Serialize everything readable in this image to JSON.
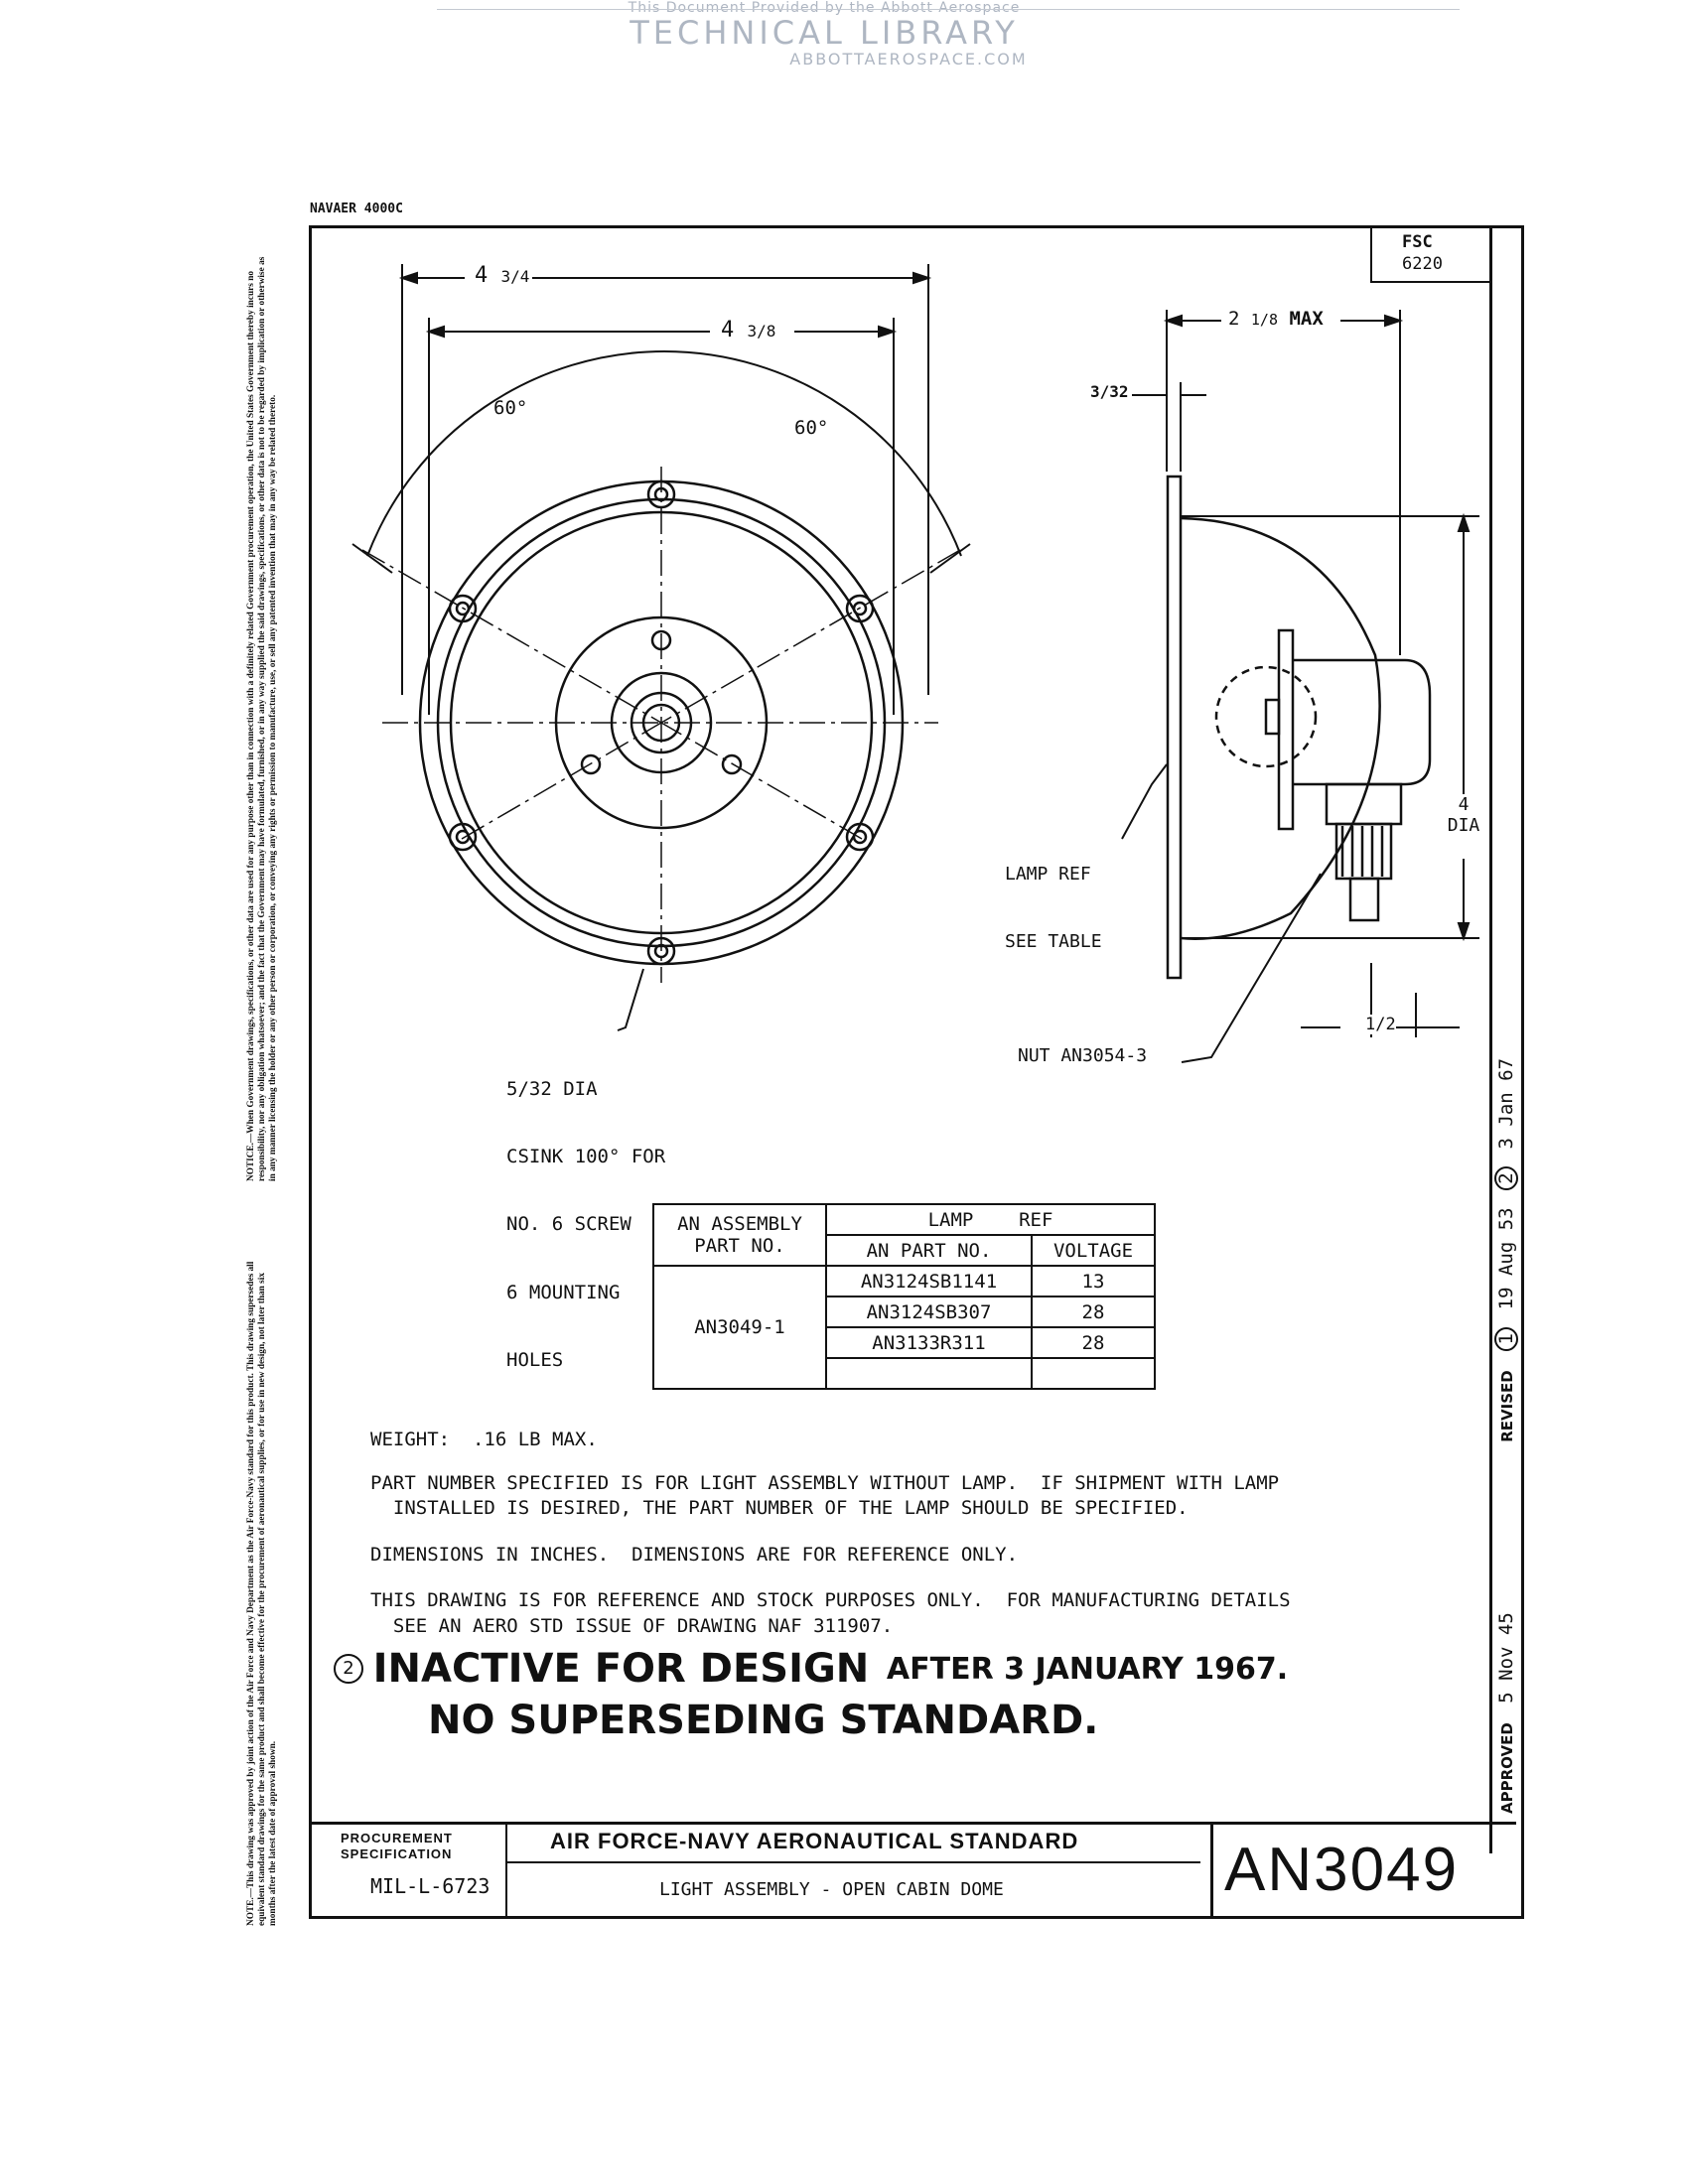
{
  "watermark": {
    "line1": "This Document Provided by the Abbott Aerospace",
    "line2": "TECHNICAL LIBRARY",
    "line3": "ABBOTTAEROSPACE.COM"
  },
  "header_code": "NAVAER 4000C",
  "fsc": {
    "label": "FSC",
    "value": "6220"
  },
  "left_notice_top": "NOTICE.—When Government drawings, specifications, or other data are used for any purpose other than in connection with a definitely related Government procurement operation, the United States Government thereby incurs no responsibility, nor any obligation whatsoever; and the fact that the Government may have formulated, furnished, or in any way supplied the said drawings, specifications, or other data is not to be regarded by implication or otherwise as in any manner licensing the holder or any other person or corporation, or conveying any rights or permission to manufacture, use, or sell any patented invention that may in any way be related thereto.",
  "left_notice_bottom": "NOTE.—This drawing was approved by joint action of the Air Force and Navy Department as the Air Force-Navy standard for this product. This drawing supersedes all equivalent standard drawings for the same product and shall become effective for the procurement of aeronautical supplies, or for use in new design, not later than six months after the latest date of approval shown.",
  "dimensions": {
    "outer_width": "4",
    "outer_width_frac": "3/4",
    "inner_width": "4",
    "inner_width_frac": "3/8",
    "angle_left": "60°",
    "angle_right": "60°",
    "max_depth": "2",
    "max_depth_frac": "1/8",
    "max_label": "MAX",
    "flange_frac": "3/32",
    "dia_value": "4",
    "dia_label": "DIA",
    "half_frac": "1/2"
  },
  "callouts": {
    "holes_line1": "5/32 DIA",
    "holes_line2": "CSINK 100° FOR",
    "holes_line3": "NO. 6 SCREW",
    "holes_line4": "6 MOUNTING",
    "holes_line5": "HOLES",
    "lamp_ref_line1": "LAMP REF",
    "lamp_ref_line2": "SEE TABLE",
    "nut": "NUT AN3054-3"
  },
  "table": {
    "col1_header_1": "AN ASSEMBLY",
    "col1_header_2": "PART NO.",
    "group_header": "LAMP    REF",
    "col2_header": "AN PART NO.",
    "col3_header": "VOLTAGE",
    "assembly_part": "AN3049-1",
    "rows": [
      {
        "part": "AN3124SB1141",
        "voltage": "13"
      },
      {
        "part": "AN3124SB307",
        "voltage": "28"
      },
      {
        "part": "AN3133R311",
        "voltage": "28"
      },
      {
        "part": "",
        "voltage": ""
      }
    ]
  },
  "notes": {
    "weight": "WEIGHT:  .16 LB MAX.",
    "part_number_1": "PART NUMBER SPECIFIED IS FOR LIGHT ASSEMBLY WITHOUT LAMP.  IF SHIPMENT WITH LAMP",
    "part_number_2": "  INSTALLED IS DESIRED, THE PART NUMBER OF THE LAMP SHOULD BE SPECIFIED.",
    "dimensions": "DIMENSIONS IN INCHES.  DIMENSIONS ARE FOR REFERENCE ONLY.",
    "reference_1": "THIS DRAWING IS FOR REFERENCE AND STOCK PURPOSES ONLY.  FOR MANUFACTURING DETAILS",
    "reference_2": "  SEE AN AERO STD ISSUE OF DRAWING NAF 311907."
  },
  "inactive": {
    "marker": "2",
    "line1_a": "INACTIVE FOR DESIGN",
    "line1_b": "AFTER 3 JANUARY 1967.",
    "line2": "NO SUPERSEDING STANDARD."
  },
  "revision_strip": {
    "approved_label": "APPROVED",
    "approved_date": "5 Nov 45",
    "revised_label": "REVISED",
    "rev1_marker": "1",
    "rev1_date": "19 Aug 53",
    "rev2_marker": "2",
    "rev2_date": "3 Jan 67"
  },
  "title_block": {
    "procurement_label_1": "PROCUREMENT",
    "procurement_label_2": "SPECIFICATION",
    "procurement_value": "MIL-L-6723",
    "standard_title": "AIR FORCE-NAVY AERONAUTICAL STANDARD",
    "part_title": "LIGHT ASSEMBLY - OPEN CABIN DOME",
    "drawing_number": "AN3049"
  }
}
